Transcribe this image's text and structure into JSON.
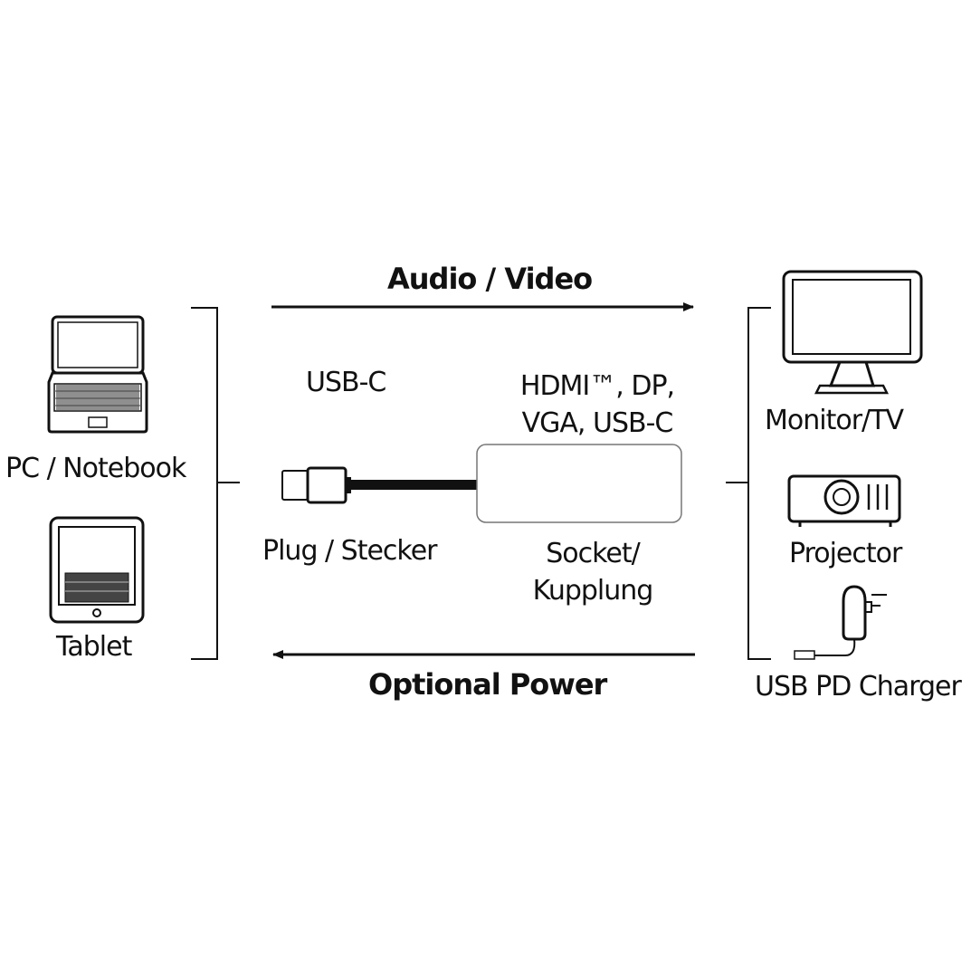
{
  "top_flow": {
    "label": "Audio / Video"
  },
  "bottom_flow": {
    "label": "Optional Power"
  },
  "source_devices": {
    "pc": {
      "label": "PC / Notebook",
      "icon": "laptop-icon"
    },
    "tablet": {
      "label": "Tablet",
      "icon": "tablet-icon"
    }
  },
  "adapter": {
    "plug_type": "USB-C",
    "plug_label": "Plug / Stecker",
    "socket_types": "HDMI™, DP, VGA, USB-C",
    "socket_label": "Socket/ Kupplung"
  },
  "target_devices": {
    "monitor": {
      "label": "Monitor/TV",
      "icon": "monitor-icon"
    },
    "projector": {
      "label": "Projector",
      "icon": "projector-icon"
    },
    "charger": {
      "label": "USB PD Charger",
      "icon": "charger-icon"
    }
  },
  "colors": {
    "line": "#111111",
    "background": "#ffffff"
  }
}
